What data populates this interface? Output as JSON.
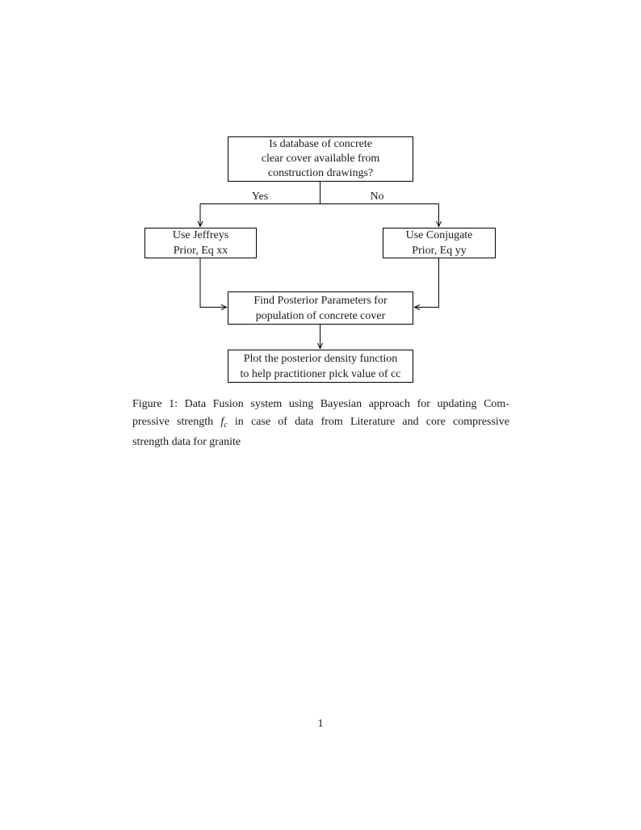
{
  "page": {
    "number": "1"
  },
  "diagram": {
    "nodes": {
      "decision": {
        "lines": [
          "Is database of concrete",
          "clear cover available from",
          "construction drawings?"
        ]
      },
      "jeffreys": {
        "lines": [
          "Use Jeffreys",
          "Prior, Eq xx"
        ]
      },
      "conjugate": {
        "lines": [
          "Use Conjugate",
          "Prior, Eq yy"
        ]
      },
      "posterior": {
        "lines": [
          "Find Posterior Parameters for",
          "population of concrete cover"
        ]
      },
      "plot": {
        "lines": [
          "Plot the posterior density function",
          "to help practitioner pick value of cc"
        ]
      }
    },
    "edge_labels": {
      "yes": "Yes",
      "no": "No"
    },
    "line_color": "#000000"
  },
  "caption": {
    "line1": "Figure 1: Data Fusion system using Bayesian approach for updating Com-",
    "line2_pre": "pressive strength",
    "math_f": "f",
    "math_sub": "c",
    "line2_post": "in case of data from Literature and core compressive",
    "line3": "strength data for granite"
  }
}
